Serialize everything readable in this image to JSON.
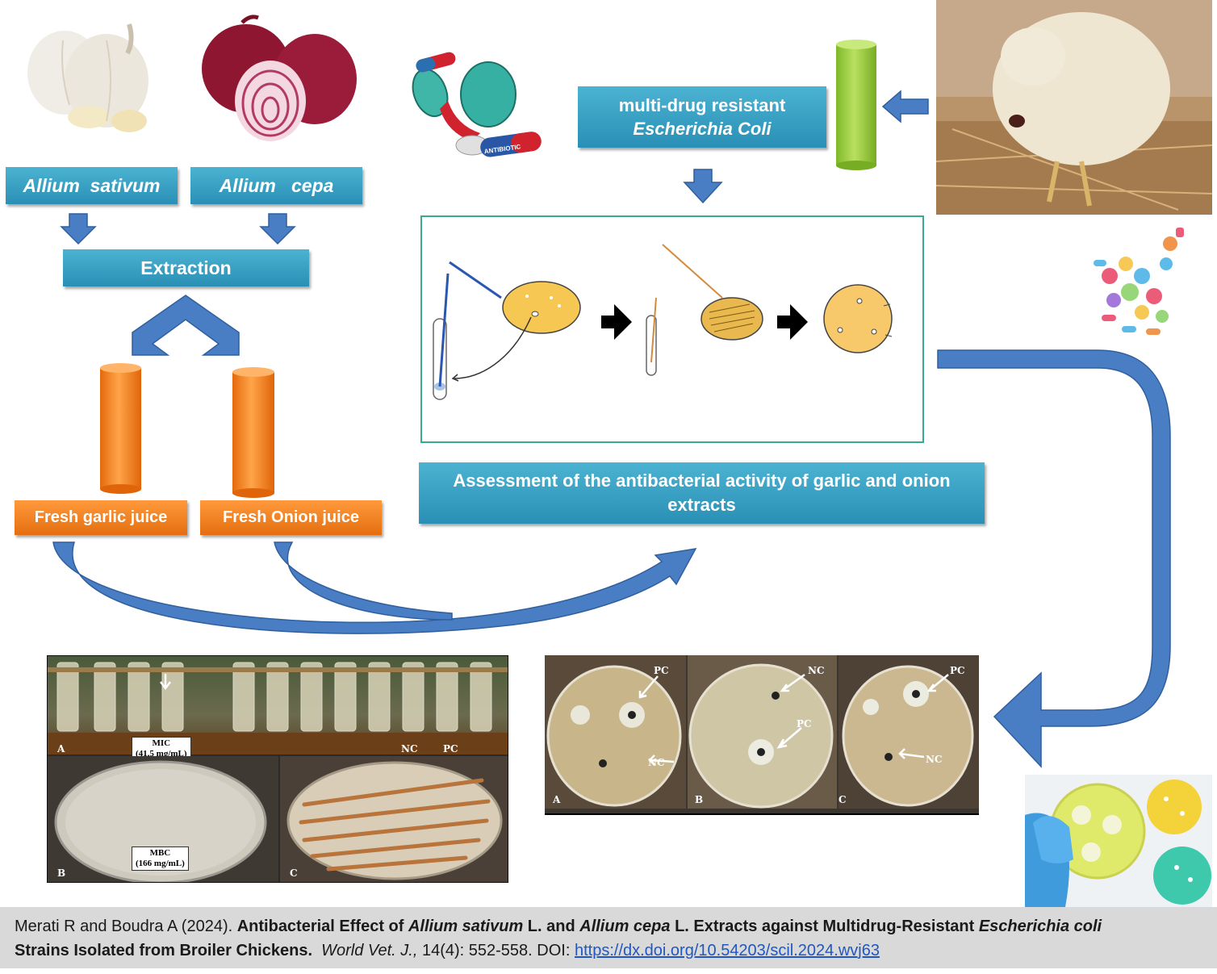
{
  "boxes": {
    "allium_sativum": "Allium  sativum",
    "allium_cepa": "Allium   cepa",
    "extraction": "Extraction",
    "garlic_juice": "Fresh garlic juice",
    "onion_juice": "Fresh Onion juice",
    "mdr_line1": "multi-drug resistant",
    "mdr_line2": "Escherichia Coli",
    "assessment": "Assessment of the antibacterial activity of garlic and onion extracts"
  },
  "badges": {
    "antibiotic": "ANTIBIOTIC"
  },
  "panel_left": {
    "mic": "MIC",
    "mic_value": "(41,5 mg/mL)",
    "mbc": "MBC",
    "mbc_value": "(166 mg/mL)",
    "label_a": "A",
    "label_b": "B",
    "label_c": "C",
    "nc": "NC",
    "pc": "PC"
  },
  "panel_right": {
    "label_a": "A",
    "label_b": "B",
    "label_c": "C",
    "pc": "PC",
    "nc": "NC"
  },
  "caption": {
    "authors": "Merati R and Boudra A (2024). ",
    "title_1": "Antibacterial Effect of ",
    "sp1": "Allium sativum",
    "title_2": " L. and ",
    "sp2": "Allium cepa",
    "title_3": " L. Extracts against Multidrug-Resistant ",
    "sp3": "Escherichia coli",
    "title_4": "Strains Isolated from Broiler Chickens.",
    "journal": "World Vet. J.,",
    "volume": " 14(4): 552-558. DOI: ",
    "doi": "https://dx.doi.org/10.54203/scil.2024.wvj63"
  },
  "colors": {
    "box_blue": "#2a9ac0",
    "box_orange": "#ef7a1a",
    "arrow_blue": "#4a7ec4",
    "frame_teal": "#3aaa8f",
    "caption_bg": "#d9d9d9"
  }
}
